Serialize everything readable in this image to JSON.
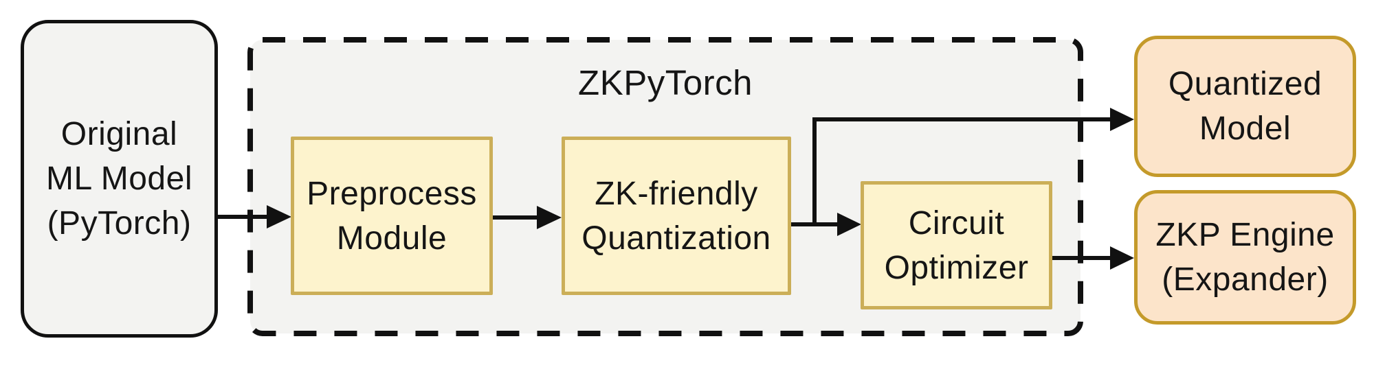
{
  "diagram": {
    "container": {
      "title": "ZKPyTorch"
    },
    "nodes": {
      "original": {
        "label": "Original\nML Model\n(PyTorch)"
      },
      "preprocess": {
        "label": "Preprocess\nModule"
      },
      "quantization": {
        "label": "ZK-friendly\nQuantization"
      },
      "optimizer": {
        "label": "Circuit\nOptimizer"
      },
      "quantized_model": {
        "label": "Quantized\nModel"
      },
      "zkp_engine": {
        "label": "ZKP Engine\n(Expander)"
      }
    },
    "colors": {
      "panel_fill": "#f3f3f1",
      "module_fill": "#fdf3cd",
      "module_border": "#cbae58",
      "output_fill": "#fce4ca",
      "output_border": "#c49a2a",
      "line": "#111111"
    }
  }
}
